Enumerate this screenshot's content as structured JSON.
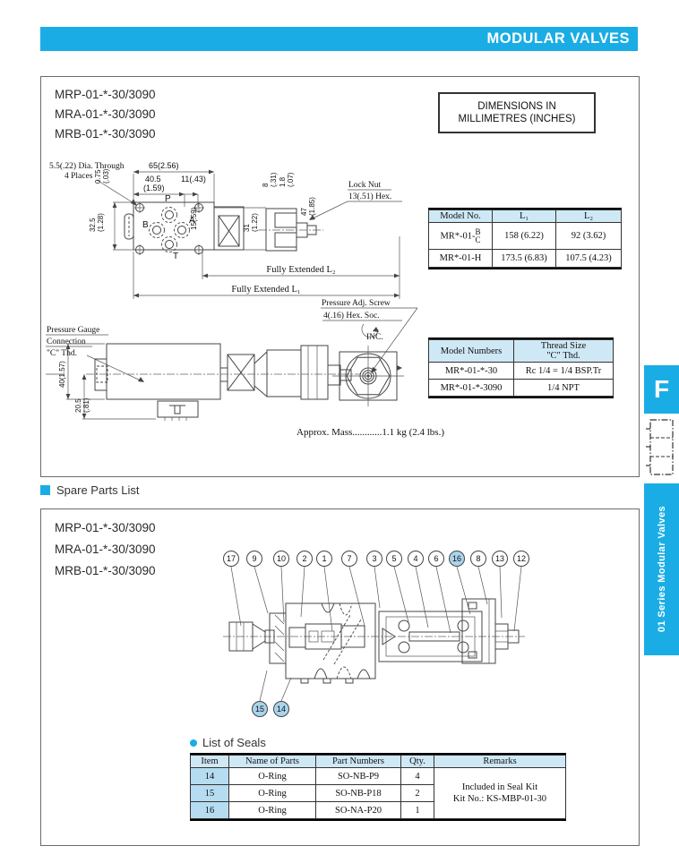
{
  "header": {
    "title": "MODULAR VALVES"
  },
  "side_tab": {
    "letter": "F",
    "label": "01 Series Modular Valves"
  },
  "colors": {
    "accent": "#1aade5",
    "table_header_bg": "#cfe8f6",
    "item_cell_bg": "#b5dcf0",
    "callout_highlight": "#aad4ec"
  },
  "dimensions": {
    "models": [
      "MRP-01-*-30/3090",
      "MRA-01-*-30/3090",
      "MRB-01-*-30/3090"
    ],
    "note": {
      "line1": "DIMENSIONS IN",
      "line2": "MILLIMETRES (INCHES)"
    },
    "top": {
      "dia_through": "5.5(.22) Dia. Through",
      "places": "4 Places",
      "d65": "65(2.56)",
      "d40_5": "40.5",
      "d40_5_in": "(1.59)",
      "d11": "11(.43)",
      "d8": "8",
      "d8_in": "(.31)",
      "d1_8": "1.8",
      "d1_8_in": "(.07)",
      "d0_75": "0.75",
      "d0_75_in": "(.03)",
      "d32_5": "32.5",
      "d32_5_in": "(1.28)",
      "d15": "15(.59)",
      "d31": "31",
      "d31_in": "(1.22)",
      "d47": "47",
      "d47_in": "(1.85)",
      "p": "P",
      "a": "A",
      "b": "B",
      "t": "T",
      "lock_nut1": "Lock Nut",
      "lock_nut2": "13(.51) Hex.",
      "l2_line": "Fully Extended L₂",
      "l1_line": "Fully Extended L₁"
    },
    "side": {
      "gauge1": "Pressure Gauge",
      "gauge2": "Connection",
      "gauge3": "\"C\" Thd.",
      "d40": "40(1.57)",
      "d20_5": "20.5",
      "d20_5_in": "(.81)",
      "adj1": "Pressure Adj. Screw",
      "adj2": "4(.16) Hex. Soc.",
      "inc": "INC."
    },
    "mass_note": "Approx. Mass............1.1 kg (2.4 lbs.)",
    "l_table": {
      "col_model": "Model No.",
      "col_l1": "L₁",
      "col_l2": "L₂",
      "rows": [
        {
          "model_prefix": "MR*-01-",
          "model_stack_top": "B",
          "model_stack_bottom": "C",
          "l1": "158 (6.22)",
          "l2": "92 (3.62)"
        },
        {
          "model": "MR*-01-H",
          "l1": "173.5 (6.83)",
          "l2": "107.5 (4.23)"
        }
      ]
    },
    "thread_table": {
      "col_model": "Model Numbers",
      "col_thread_line1": "Thread Size",
      "col_thread_line2": "\"C\" Thd.",
      "rows": [
        {
          "model": "MR*-01-*-30",
          "thread": "Rc 1/4 = 1/4 BSP.Tr"
        },
        {
          "model": "MR*-01-*-3090",
          "thread": "1/4 NPT"
        }
      ]
    }
  },
  "spare_parts": {
    "section_title": "Spare Parts List",
    "models": [
      "MRP-01-*-30/3090",
      "MRA-01-*-30/3090",
      "MRB-01-*-30/3090"
    ],
    "callouts_top": [
      "17",
      "9",
      "10",
      "2",
      "1",
      "7",
      "3",
      "5",
      "4",
      "6",
      "16",
      "8",
      "13",
      "12"
    ],
    "callouts_bottom": [
      "15",
      "14"
    ],
    "seals": {
      "title": "List of Seals",
      "headers": [
        "Item",
        "Name of Parts",
        "Part Numbers",
        "Qty.",
        "Remarks"
      ],
      "rows": [
        {
          "item": "14",
          "name": "O-Ring",
          "part": "SO-NB-P9",
          "qty": "4"
        },
        {
          "item": "15",
          "name": "O-Ring",
          "part": "SO-NB-P18",
          "qty": "2"
        },
        {
          "item": "16",
          "name": "O-Ring",
          "part": "SO-NA-P20",
          "qty": "1"
        }
      ],
      "remarks_line1": "Included in Seal Kit",
      "remarks_line2": "Kit No.: KS-MBP-01-30"
    }
  }
}
